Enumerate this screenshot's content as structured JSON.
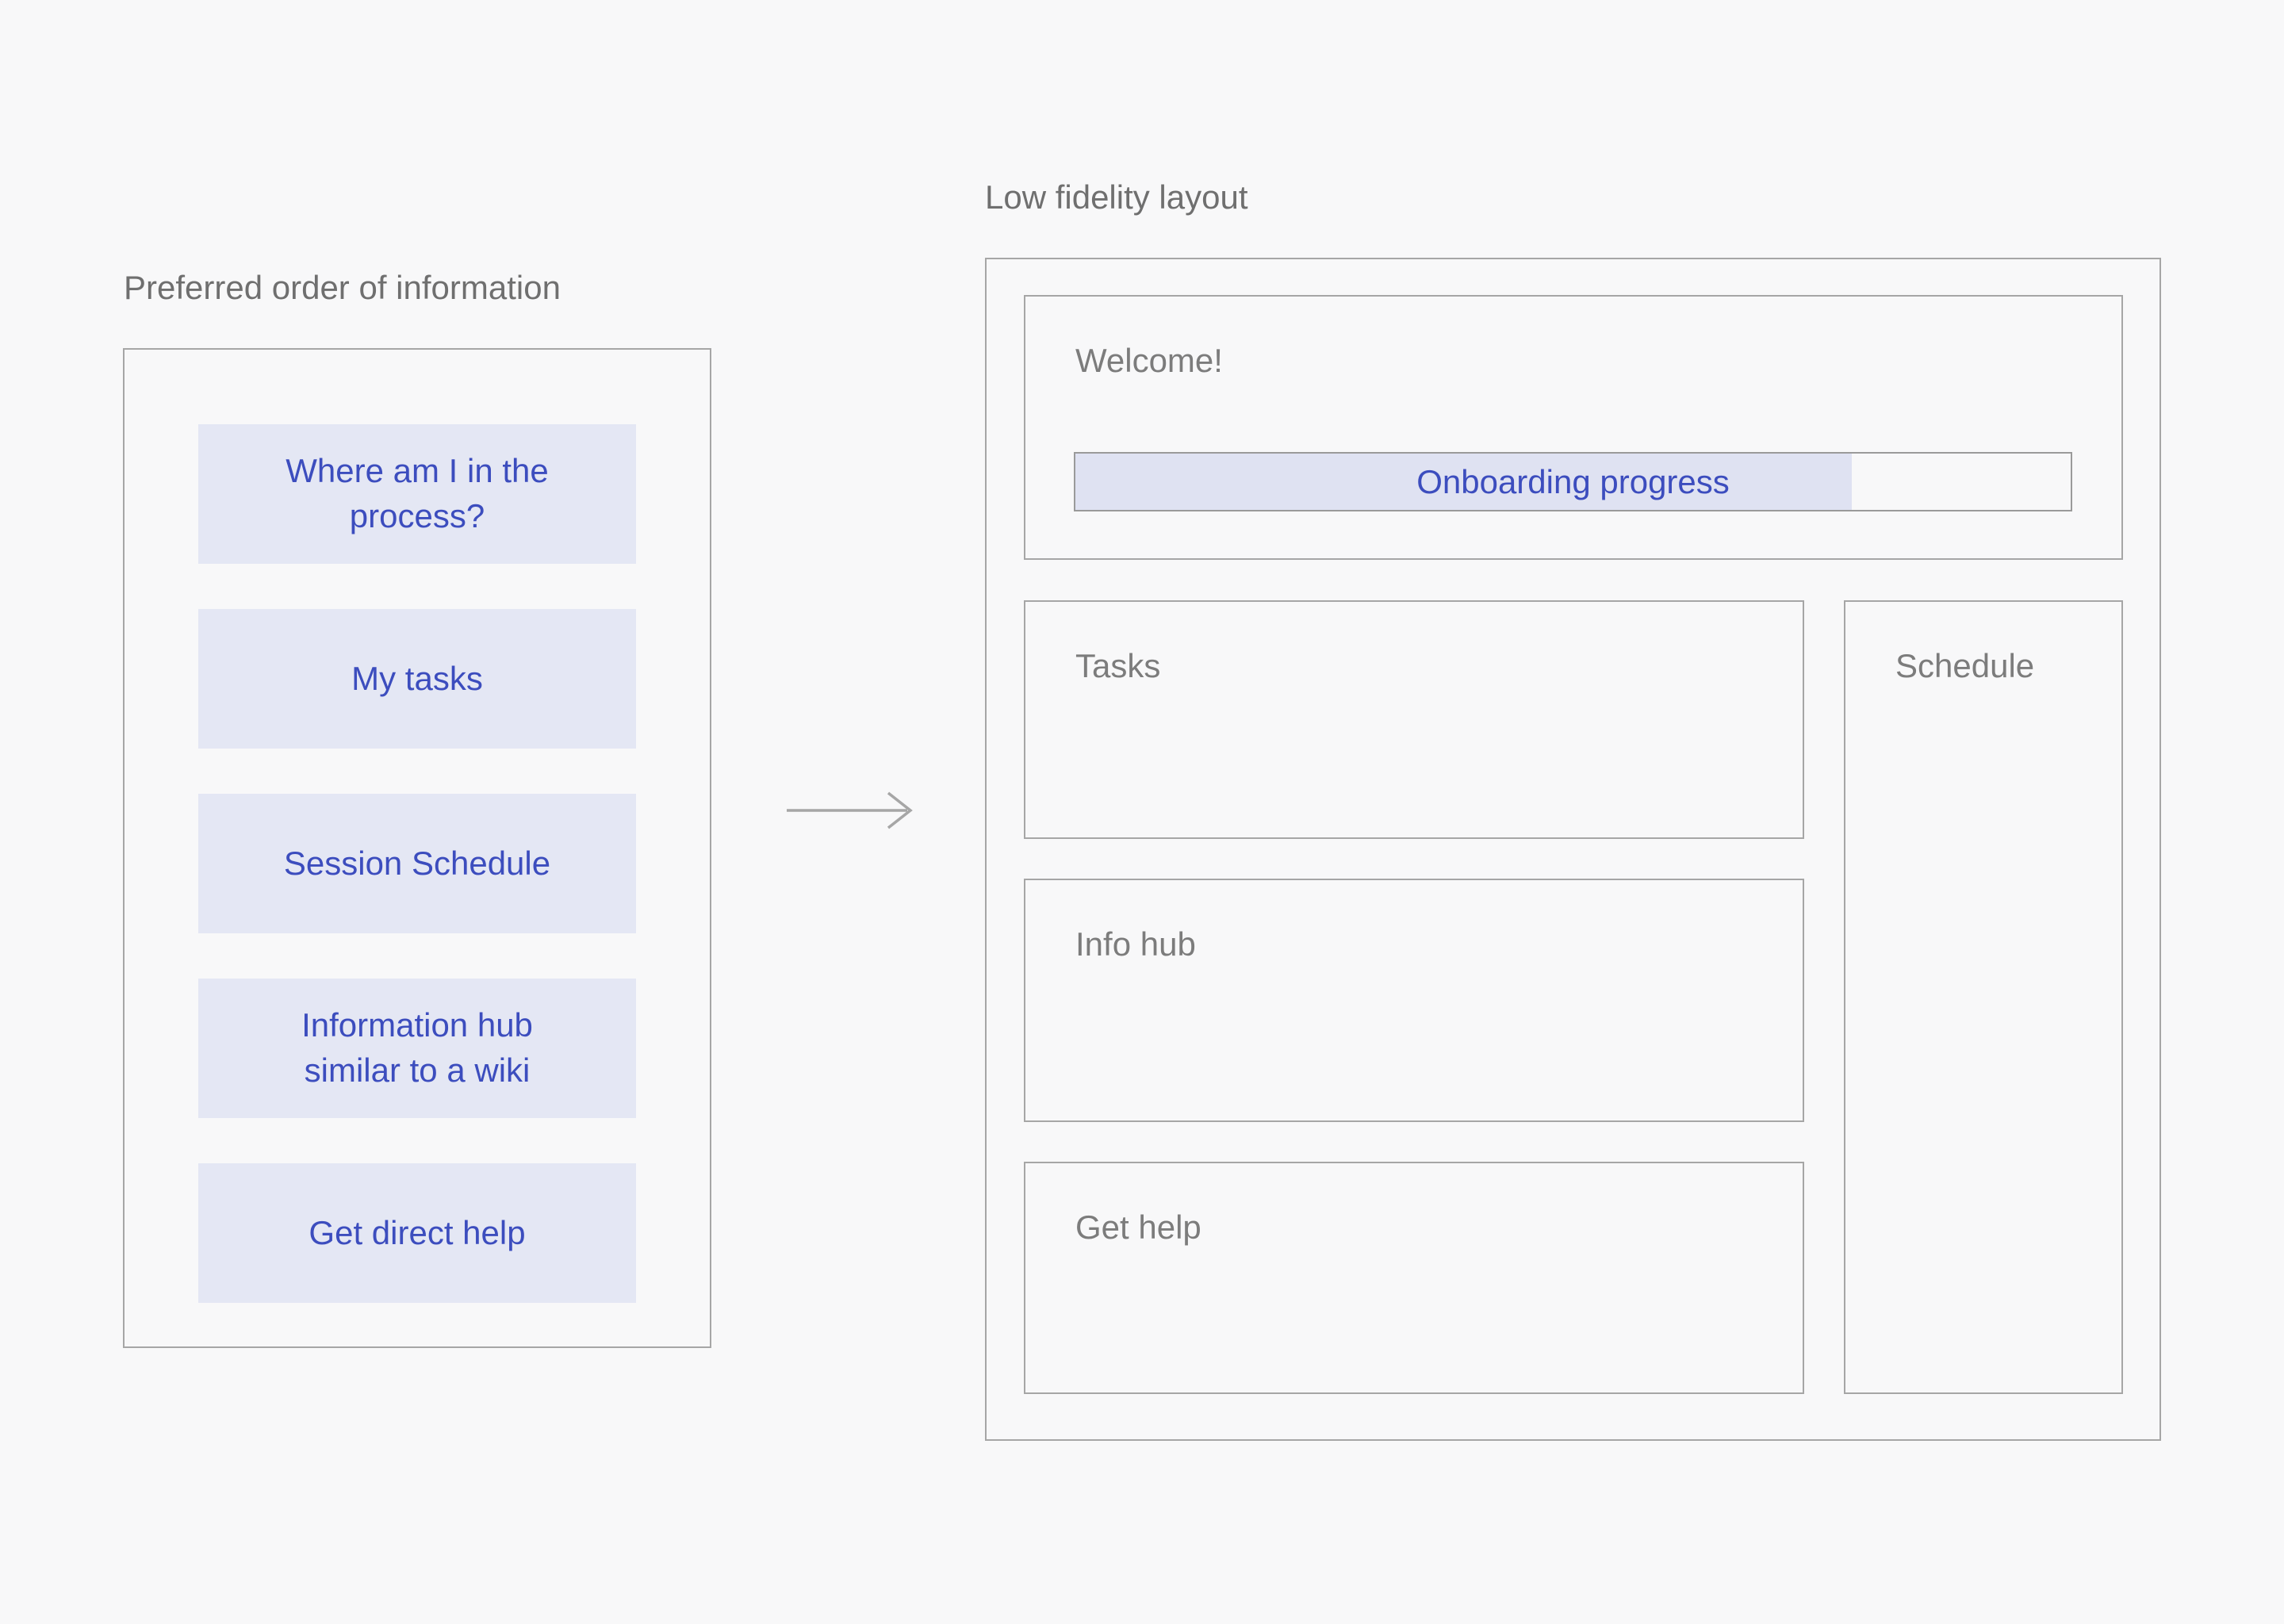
{
  "left_panel": {
    "title": "Preferred order of information",
    "items": [
      {
        "label": "Where am I in the process?"
      },
      {
        "label": "My tasks"
      },
      {
        "label": "Session Schedule"
      },
      {
        "label": "Information hub similar to a wiki"
      },
      {
        "label": "Get direct help"
      }
    ]
  },
  "arrow": {
    "icon": "arrow-right-icon",
    "direction": "right"
  },
  "right_panel": {
    "title": "Low fidelity layout",
    "welcome": {
      "label": "Welcome!",
      "progress": {
        "label": "Onboarding progress",
        "percent": 78
      }
    },
    "sections": {
      "tasks": "Tasks",
      "info_hub": "Info hub",
      "get_help": "Get help",
      "schedule": "Schedule"
    }
  },
  "colors": {
    "page_background": "#f8f8f9",
    "card_background": "#e4e7f4",
    "card_text": "#3c4dbe",
    "progress_fill": "#dfe2f2",
    "progress_text": "#3c4dbe",
    "wireframe_border": "#a6a6a6",
    "heading_text": "#6f6f6f",
    "label_text": "#7c7c7c",
    "arrow": "#a6a6a6"
  }
}
